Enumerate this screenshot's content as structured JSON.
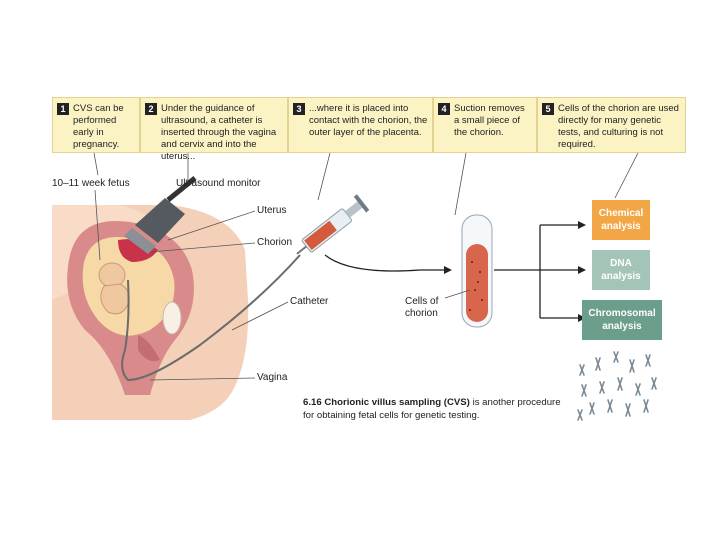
{
  "steps": [
    {
      "num": "1",
      "text": "CVS can be performed early in pregnancy."
    },
    {
      "num": "2",
      "text": "Under the guidance of ultrasound, a catheter is inserted through the vagina and cervix and into the uterus..."
    },
    {
      "num": "3",
      "text": "...where it is placed into contact with the chorion, the outer layer of the placenta."
    },
    {
      "num": "4",
      "text": "Suction removes a small piece of the chorion."
    },
    {
      "num": "5",
      "text": "Cells of the chorion are used directly for many genetic tests, and culturing is not required."
    }
  ],
  "labels": {
    "fetus": "10–11 week fetus",
    "ultrasound": "Ultrasound monitor",
    "uterus": "Uterus",
    "chorion": "Chorion",
    "catheter": "Catheter",
    "vagina": "Vagina",
    "cells": "Cells of chorion"
  },
  "results": {
    "chemical": "Chemical analysis",
    "dna": "DNA analysis",
    "chromosomal": "Chromosomal analysis"
  },
  "colors": {
    "chemical": "#f2a646",
    "dna": "#a5c4b8",
    "chromosomal": "#6c9e8c",
    "step_box": "#fbf3c4",
    "tissue": "#f0c3a8",
    "uterus": "#d98a8a"
  },
  "caption": {
    "number": "6.16",
    "bold": "Chorionic villus sampling (CVS)",
    "rest": "is another procedure for obtaining fetal cells for genetic testing."
  }
}
